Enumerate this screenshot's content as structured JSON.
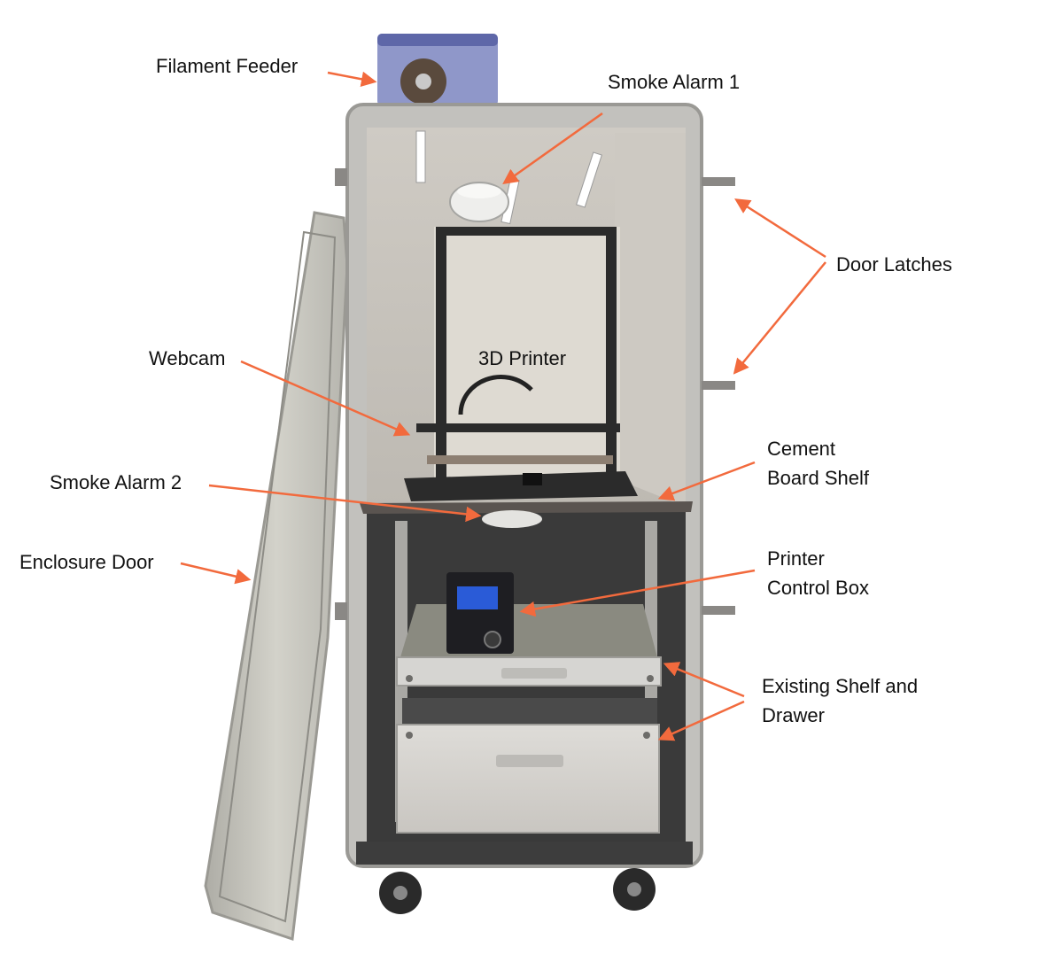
{
  "labels": {
    "filament_feeder": "Filament Feeder",
    "smoke_alarm_1": "Smoke Alarm 1",
    "door_latches": "Door Latches",
    "webcam": "Webcam",
    "printer_3d": "3D Printer",
    "cement_board_shelf": [
      "Cement",
      "Board Shelf"
    ],
    "smoke_alarm_2": "Smoke Alarm 2",
    "enclosure_door": "Enclosure Door",
    "printer_control_box": [
      "Printer",
      "Control Box"
    ],
    "existing_shelf_drawer": [
      "Existing Shelf and",
      "Drawer"
    ]
  },
  "colors": {
    "arrow": "#f26a3d",
    "label_text": "#111111",
    "background": "#ffffff",
    "enclosure_frame": "#b9b9b6",
    "enclosure_interior": "#d9d9d4",
    "door_panel": "#c8c7bf",
    "printer_frame": "#2b2b2b",
    "drawer_face": "#d4d3d0",
    "filament_bin": "#8a93c9",
    "control_screen": "#2a5bd7"
  }
}
